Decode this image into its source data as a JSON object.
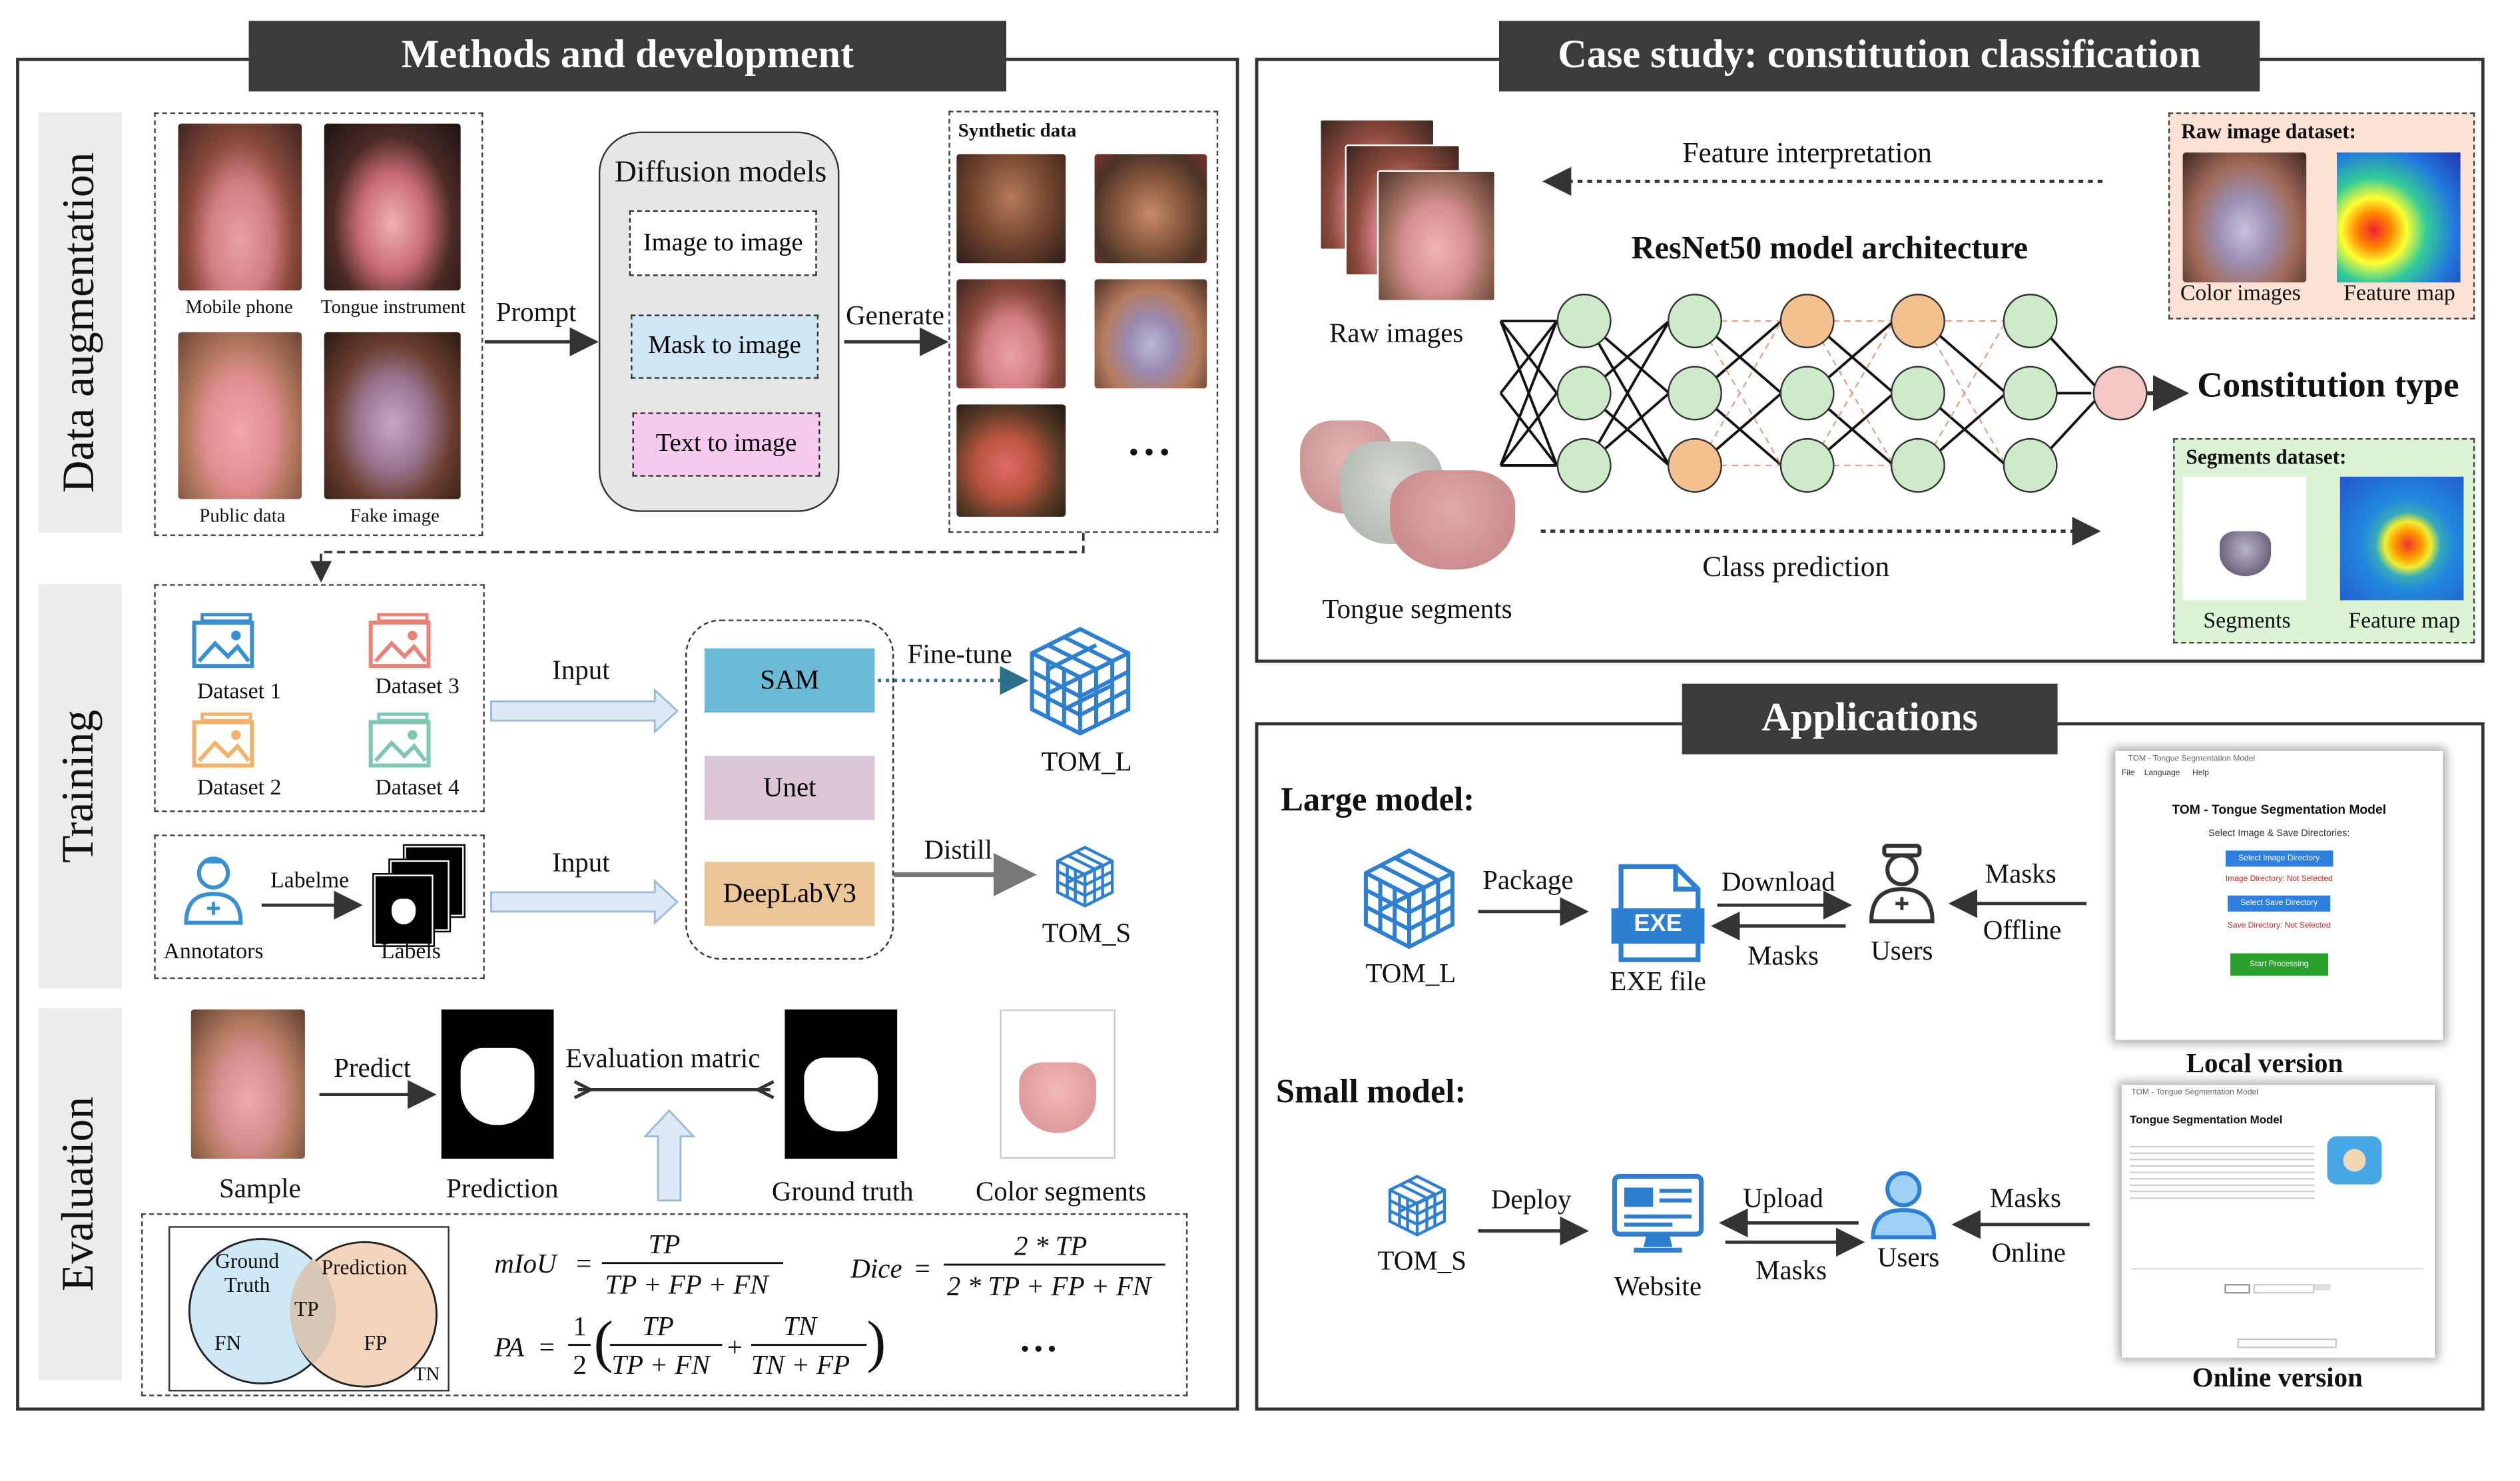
{
  "sections": {
    "methods_title": "Methods and development",
    "case_title": "Case study: constitution classification",
    "applications_title": "Applications"
  },
  "sidebars": {
    "augmentation": "Data augmentation",
    "training": "Training",
    "evaluation": "Evaluation"
  },
  "augmentation": {
    "sources": [
      "Mobile phone",
      "Tongue instrument",
      "Public data",
      "Fake image"
    ],
    "prompt": "Prompt",
    "diffusion_title": "Diffusion models",
    "diffusion_modes": [
      "Image to image",
      "Mask to image",
      "Text to image"
    ],
    "mode_colors": [
      "#ffffff",
      "#cfe6f5",
      "#f6c9ef"
    ],
    "generate": "Generate",
    "synthetic_title": "Synthetic data",
    "ellipsis": "• • •"
  },
  "training": {
    "datasets": [
      "Dataset 1",
      "Dataset 3",
      "Dataset 2",
      "Dataset 4"
    ],
    "dataset_colors": [
      "#3a8fd0",
      "#e8837a",
      "#f2b26b",
      "#7fc7b4"
    ],
    "input1": "Input",
    "input2": "Input",
    "models": [
      "SAM",
      "Unet",
      "DeepLabV3"
    ],
    "model_colors": [
      "#6bbbd8",
      "#dcc6d6",
      "#edc698"
    ],
    "finetune": "Fine-tune",
    "distill": "Distill",
    "tom_l": "TOM_L",
    "tom_s": "TOM_S",
    "annotators": "Annotators",
    "labelme": "Labelme",
    "labels": "Labels"
  },
  "evaluation": {
    "sample": "Sample",
    "predict": "Predict",
    "prediction": "Prediction",
    "metric": "Evaluation matric",
    "ground_truth": "Ground truth",
    "color_segments": "Color segments",
    "venn": {
      "gt": "Ground Truth",
      "pred": "Prediction",
      "tp": "TP",
      "fn": "FN",
      "fp": "FP",
      "tn": "TN"
    },
    "ellipsis": "• • •"
  },
  "case_study": {
    "feature_interpretation": "Feature interpretation",
    "arch_title": "ResNet50 model architecture",
    "raw_images": "Raw images",
    "tongue_segments": "Tongue segments",
    "class_prediction": "Class prediction",
    "constitution_type": "Constitution type",
    "raw_dataset_title": "Raw image dataset:",
    "raw_labels": [
      "Color images",
      "Feature map"
    ],
    "seg_dataset_title": "Segments dataset:",
    "seg_labels": [
      "Segments",
      "Feature map"
    ]
  },
  "applications": {
    "large_model": "Large model:",
    "small_model": "Small model:",
    "tom_l": "TOM_L",
    "package": "Package",
    "exe_file": "EXE file",
    "exe_badge": "EXE",
    "download": "Download",
    "masks_large": "Masks",
    "users_large": "Users",
    "masks_offline": "Masks",
    "offline": "Offline",
    "local_version": "Local version",
    "tom_s": "TOM_S",
    "deploy": "Deploy",
    "website": "Website",
    "upload": "Upload",
    "masks_small": "Masks",
    "users_small": "Users",
    "masks_online": "Masks",
    "online": "Online",
    "online_version": "Online version",
    "local_window": {
      "title": "TOM - Tongue Segmentation Model",
      "menu": [
        "File",
        "Language",
        "Help"
      ],
      "heading": "TOM - Tongue Segmentation Model",
      "sub": "Select Image & Save Directories:",
      "btn1": "Select Image Directory",
      "status1": "Image Directory: Not Selected",
      "btn2": "Select Save Directory",
      "status2": "Save Directory: Not Selected",
      "start": "Start Processing"
    },
    "online_window": {
      "title": "TOM - Tongue Segmentation Model",
      "heading": "Tongue Segmentation Model"
    }
  }
}
